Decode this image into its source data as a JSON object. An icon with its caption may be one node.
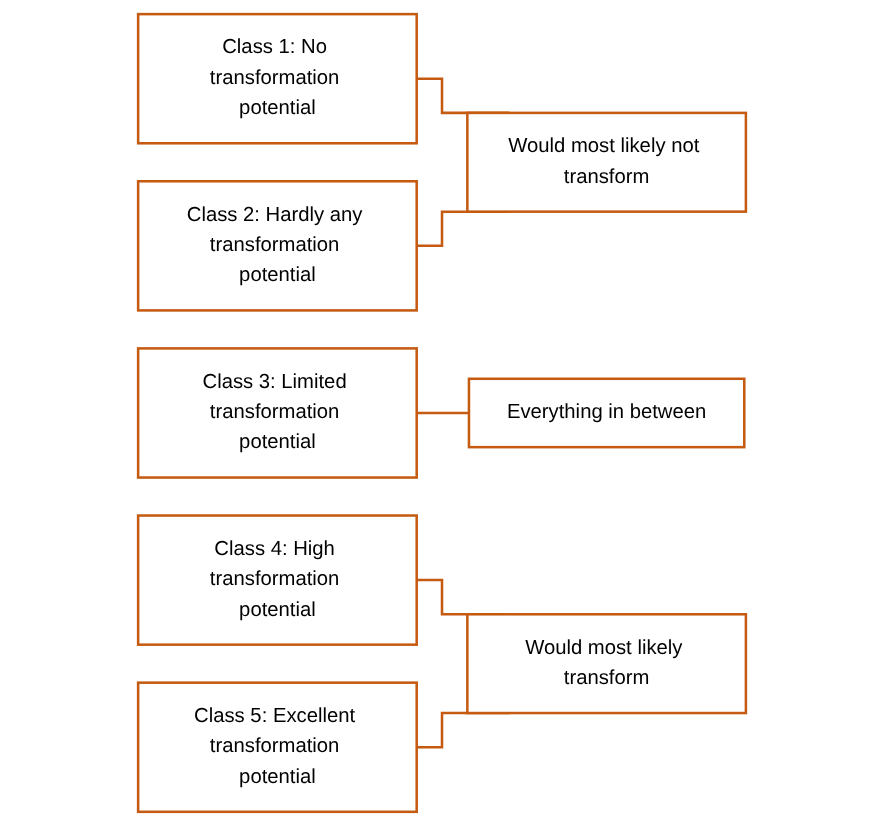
{
  "diagram": {
    "nodes": [
      {
        "text": [
          "Class 1: No transformation potential"
        ]
      },
      {
        "text": [
          "Class 2: Hardly any transformation potential"
        ]
      },
      {
        "text": [
          "Would most likely not transform"
        ]
      },
      {
        "text": [
          "Class 3: Limited transformation potential"
        ]
      },
      {
        "text": [
          "Everything in between"
        ]
      },
      {
        "text": [
          "Class 4: High transformation potential"
        ]
      },
      {
        "text": [
          "Class 5: Excellent transformation potential"
        ]
      },
      {
        "text": [
          "Would most likely transform"
        ]
      }
    ],
    "edges": [
      {
        "from": 0,
        "to": 2,
        "arrow": "none"
      },
      {
        "from": 1,
        "to": 2,
        "arrow": "none"
      },
      {
        "from": 3,
        "to": 4,
        "arrow": "none"
      },
      {
        "from": 5,
        "to": 7,
        "arrow": "none"
      },
      {
        "from": 6,
        "to": 7,
        "arrow": "none"
      }
    ]
  }
}
